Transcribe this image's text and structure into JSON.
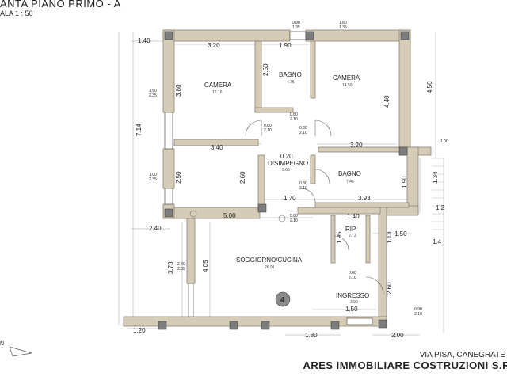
{
  "header": {
    "title": "ANTA PIANO PRIMO - A",
    "scale": "ALA 1 : 50"
  },
  "footer": {
    "address": "VIA PISA, CANEGRATE (",
    "company": "ARES IMMOBILIARE COSTRUZIONI S.R"
  },
  "rooms": {
    "camera1": {
      "name": "CAMERA",
      "area": "12.16"
    },
    "bagno1": {
      "name": "BAGNO",
      "area": "4.75"
    },
    "camera2": {
      "name": "CAMERA",
      "area": "14.50"
    },
    "disimpegno": {
      "name": "DISIMPEGNO",
      "area": "5.66"
    },
    "bagno2": {
      "name": "BAGNO",
      "area": "7.46"
    },
    "rip": {
      "name": "RIP.",
      "area": "2.73"
    },
    "soggiorno": {
      "name": "SOGGIORNO/CUCINA",
      "area": "26.91"
    },
    "ingresso": {
      "name": "INGRESSO",
      "area": "3.90"
    }
  },
  "unit_badge": "4",
  "compass_label": "N",
  "dimensions": {
    "d1_40": "1.40",
    "d3_20a": "3.20",
    "d1_90": "1.90",
    "d4_50": "4.50",
    "d3_80": "3.80",
    "d2_50a": "2.50",
    "d4_40": "4.40",
    "d7_14": "7.14",
    "d3_40": "3.40",
    "d0_20": "0.20",
    "d3_20b": "3.20",
    "d2_50b": "2.50",
    "d2_60a": "2.60",
    "d1_90b": "1.90",
    "d1_34": "1.34",
    "d1_70": "1.70",
    "d3_93": "3.93",
    "d5_00": "5.00",
    "d1_40b": "1.40",
    "d2_40": "2.40",
    "d1_95": "1.95",
    "d1_13": "1.13",
    "d1_50a": "1.50",
    "d1_4": "1.4",
    "d3_73": "3.73",
    "d4_05": "4.05",
    "d2_60b": "2.60",
    "d1_50b": "1.50",
    "d1_20": "1.20",
    "d1_80": "1.80",
    "d2_00": "2.00",
    "d1_2": "1.2"
  },
  "openings": {
    "w_top1": "0.80\n1.35",
    "w_top2": "1.80\n1.35",
    "w_left1": "1.50\n2.35",
    "w_left2": "1.00\n2.35",
    "w_left3": "2.40\n2.35",
    "dr_bagno1": "0.80\n2.10",
    "dr_camera1": "0.80\n2.10",
    "dr_disimp": "0.80\n2.10",
    "dr_bagno2": "0.80\n2.10",
    "dr_liv": "0.80\n2.10",
    "dr_ing": "0.80\n2.10",
    "w_bot": "0.90\n2.10",
    "w_r": "1.00"
  },
  "colors": {
    "wall": "#d5ccb8",
    "wall_stroke": "#8c8270",
    "pillar": "#7d7d7d",
    "badge": "#8a8a8a"
  }
}
